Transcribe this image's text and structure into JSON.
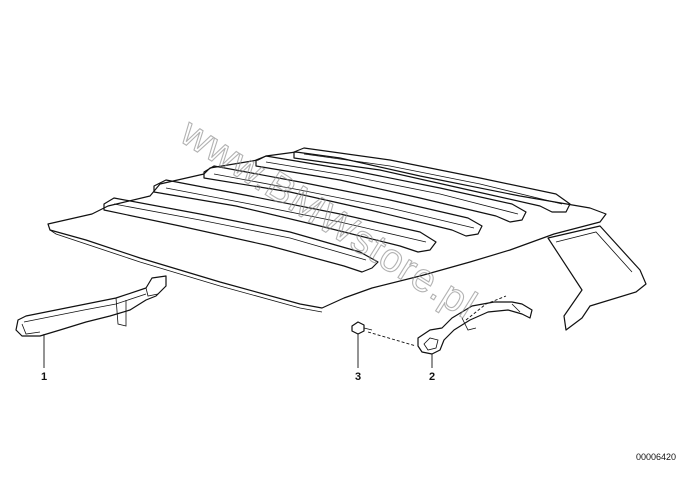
{
  "callouts": [
    {
      "num": "1",
      "part": "grab handle"
    },
    {
      "num": "2",
      "part": "grab handle"
    },
    {
      "num": "3",
      "part": "screw"
    }
  ],
  "drawing_number": "00006420",
  "watermark": "www.BMWstore.pl",
  "colors": {
    "line": "#111111",
    "watermark": "#8a8a8a",
    "background": "#ffffff"
  }
}
